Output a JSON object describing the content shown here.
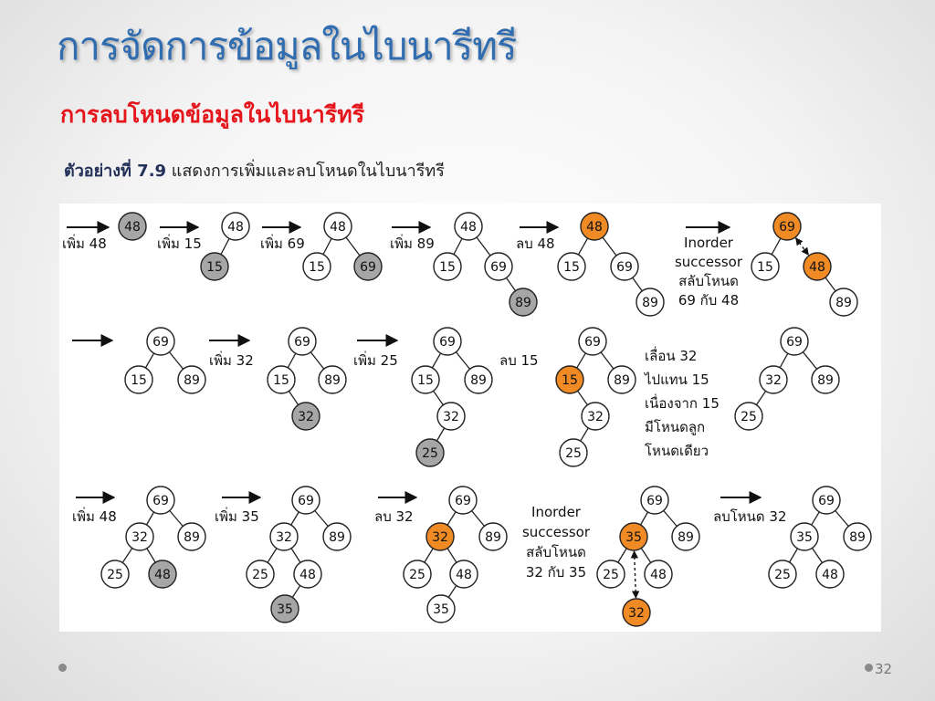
{
  "slide": {
    "title": "การจัดการข้อมูลในไบนารีทรี",
    "subtitle": "การลบโหนดข้อมูลในไบนารีทรี",
    "example_label": "ตัวอย่างที่ 7.9",
    "example_text": " แสดงการเพิ่มและลบโหนดในไบนารีทรี",
    "page_number": "32"
  },
  "colors": {
    "title": "#2f6cb0",
    "subtitle": "#e5151c",
    "node_new": "#a6a6a6",
    "node_highlight": "#f08a24",
    "node_plain": "#ffffff"
  },
  "labels": [
    [
      "เพิ่ม 48"
    ],
    [
      "เพิ่ม 15"
    ],
    [
      "เพิ่ม 69"
    ],
    [
      "เพิ่ม 89"
    ],
    [
      "ลบ 48"
    ],
    [
      "Inorder",
      "successor",
      "สลับโหนด",
      "69 กับ 48"
    ],
    [
      "เพิ่ม 32"
    ],
    [
      "เพิ่ม 25"
    ],
    [
      "ลบ 15"
    ],
    [
      "เลื่อน 32",
      "ไปแทน 15",
      "เนื่องจาก 15",
      "มีโหนดลูก",
      "โหนดเดียว"
    ],
    [
      "เพิ่ม 48"
    ],
    [
      "เพิ่ม 35"
    ],
    [
      "ลบ 32"
    ],
    [
      "Inorder",
      "successor",
      "สลับโหนด",
      "32 กับ 35"
    ],
    [
      "ลบโหนด 32"
    ]
  ],
  "trees": [
    {
      "nodes": [
        {
          "v": "48",
          "s": "new"
        }
      ],
      "edges": []
    },
    {
      "nodes": [
        {
          "v": "48",
          "s": "plain"
        },
        {
          "v": "15",
          "s": "new"
        }
      ],
      "edges": [
        [
          0,
          1
        ]
      ]
    },
    {
      "nodes": [
        {
          "v": "48",
          "s": "plain"
        },
        {
          "v": "15",
          "s": "plain"
        },
        {
          "v": "69",
          "s": "new"
        }
      ],
      "edges": [
        [
          0,
          1
        ],
        [
          0,
          2
        ]
      ]
    },
    {
      "nodes": [
        {
          "v": "48",
          "s": "plain"
        },
        {
          "v": "15",
          "s": "plain"
        },
        {
          "v": "69",
          "s": "plain"
        },
        {
          "v": "89",
          "s": "new"
        }
      ],
      "edges": [
        [
          0,
          1
        ],
        [
          0,
          2
        ],
        [
          2,
          3
        ]
      ]
    },
    {
      "nodes": [
        {
          "v": "48",
          "s": "highlight"
        },
        {
          "v": "15",
          "s": "plain"
        },
        {
          "v": "69",
          "s": "plain"
        },
        {
          "v": "89",
          "s": "plain"
        }
      ],
      "edges": [
        [
          0,
          1
        ],
        [
          0,
          2
        ],
        [
          2,
          3
        ]
      ]
    },
    {
      "nodes": [
        {
          "v": "69",
          "s": "highlight"
        },
        {
          "v": "15",
          "s": "plain"
        },
        {
          "v": "48",
          "s": "highlight"
        },
        {
          "v": "89",
          "s": "plain"
        }
      ],
      "edges": [
        [
          0,
          1
        ],
        [
          2,
          3
        ]
      ],
      "swap": [
        0,
        2
      ]
    },
    {
      "nodes": [
        {
          "v": "69",
          "s": "plain"
        },
        {
          "v": "15",
          "s": "plain"
        },
        {
          "v": "89",
          "s": "plain"
        }
      ],
      "edges": [
        [
          0,
          1
        ],
        [
          0,
          2
        ]
      ]
    },
    {
      "nodes": [
        {
          "v": "69",
          "s": "plain"
        },
        {
          "v": "15",
          "s": "plain"
        },
        {
          "v": "89",
          "s": "plain"
        },
        {
          "v": "32",
          "s": "new"
        }
      ],
      "edges": [
        [
          0,
          1
        ],
        [
          0,
          2
        ],
        [
          1,
          3
        ]
      ]
    },
    {
      "nodes": [
        {
          "v": "69",
          "s": "plain"
        },
        {
          "v": "15",
          "s": "plain"
        },
        {
          "v": "89",
          "s": "plain"
        },
        {
          "v": "32",
          "s": "plain"
        },
        {
          "v": "25",
          "s": "new"
        }
      ],
      "edges": [
        [
          0,
          1
        ],
        [
          0,
          2
        ],
        [
          1,
          3
        ],
        [
          3,
          4
        ]
      ]
    },
    {
      "nodes": [
        {
          "v": "69",
          "s": "plain"
        },
        {
          "v": "15",
          "s": "highlight"
        },
        {
          "v": "89",
          "s": "plain"
        },
        {
          "v": "32",
          "s": "plain"
        },
        {
          "v": "25",
          "s": "plain"
        }
      ],
      "edges": [
        [
          0,
          1
        ],
        [
          0,
          2
        ],
        [
          1,
          3
        ],
        [
          3,
          4
        ]
      ]
    },
    {
      "nodes": [
        {
          "v": "69",
          "s": "plain"
        },
        {
          "v": "32",
          "s": "plain"
        },
        {
          "v": "89",
          "s": "plain"
        },
        {
          "v": "25",
          "s": "plain"
        }
      ],
      "edges": [
        [
          0,
          1
        ],
        [
          0,
          2
        ],
        [
          1,
          3
        ]
      ]
    },
    {
      "nodes": [
        {
          "v": "69",
          "s": "plain"
        },
        {
          "v": "32",
          "s": "plain"
        },
        {
          "v": "89",
          "s": "plain"
        },
        {
          "v": "25",
          "s": "plain"
        },
        {
          "v": "48",
          "s": "new"
        }
      ],
      "edges": [
        [
          0,
          1
        ],
        [
          0,
          2
        ],
        [
          1,
          3
        ],
        [
          1,
          4
        ]
      ]
    },
    {
      "nodes": [
        {
          "v": "69",
          "s": "plain"
        },
        {
          "v": "32",
          "s": "plain"
        },
        {
          "v": "89",
          "s": "plain"
        },
        {
          "v": "25",
          "s": "plain"
        },
        {
          "v": "48",
          "s": "plain"
        },
        {
          "v": "35",
          "s": "new"
        }
      ],
      "edges": [
        [
          0,
          1
        ],
        [
          0,
          2
        ],
        [
          1,
          3
        ],
        [
          1,
          4
        ],
        [
          4,
          5
        ]
      ]
    },
    {
      "nodes": [
        {
          "v": "69",
          "s": "plain"
        },
        {
          "v": "32",
          "s": "highlight"
        },
        {
          "v": "89",
          "s": "plain"
        },
        {
          "v": "25",
          "s": "plain"
        },
        {
          "v": "48",
          "s": "plain"
        },
        {
          "v": "35",
          "s": "plain"
        }
      ],
      "edges": [
        [
          0,
          1
        ],
        [
          0,
          2
        ],
        [
          1,
          3
        ],
        [
          1,
          4
        ],
        [
          4,
          5
        ]
      ]
    },
    {
      "nodes": [
        {
          "v": "69",
          "s": "plain"
        },
        {
          "v": "35",
          "s": "highlight"
        },
        {
          "v": "89",
          "s": "plain"
        },
        {
          "v": "25",
          "s": "plain"
        },
        {
          "v": "48",
          "s": "plain"
        },
        {
          "v": "32",
          "s": "highlight"
        }
      ],
      "edges": [
        [
          0,
          1
        ],
        [
          0,
          2
        ],
        [
          1,
          3
        ],
        [
          1,
          4
        ]
      ],
      "swap": [
        1,
        5
      ]
    },
    {
      "nodes": [
        {
          "v": "69",
          "s": "plain"
        },
        {
          "v": "35",
          "s": "plain"
        },
        {
          "v": "89",
          "s": "plain"
        },
        {
          "v": "25",
          "s": "plain"
        },
        {
          "v": "48",
          "s": "plain"
        }
      ],
      "edges": [
        [
          0,
          1
        ],
        [
          0,
          2
        ],
        [
          1,
          3
        ],
        [
          1,
          4
        ]
      ]
    }
  ]
}
